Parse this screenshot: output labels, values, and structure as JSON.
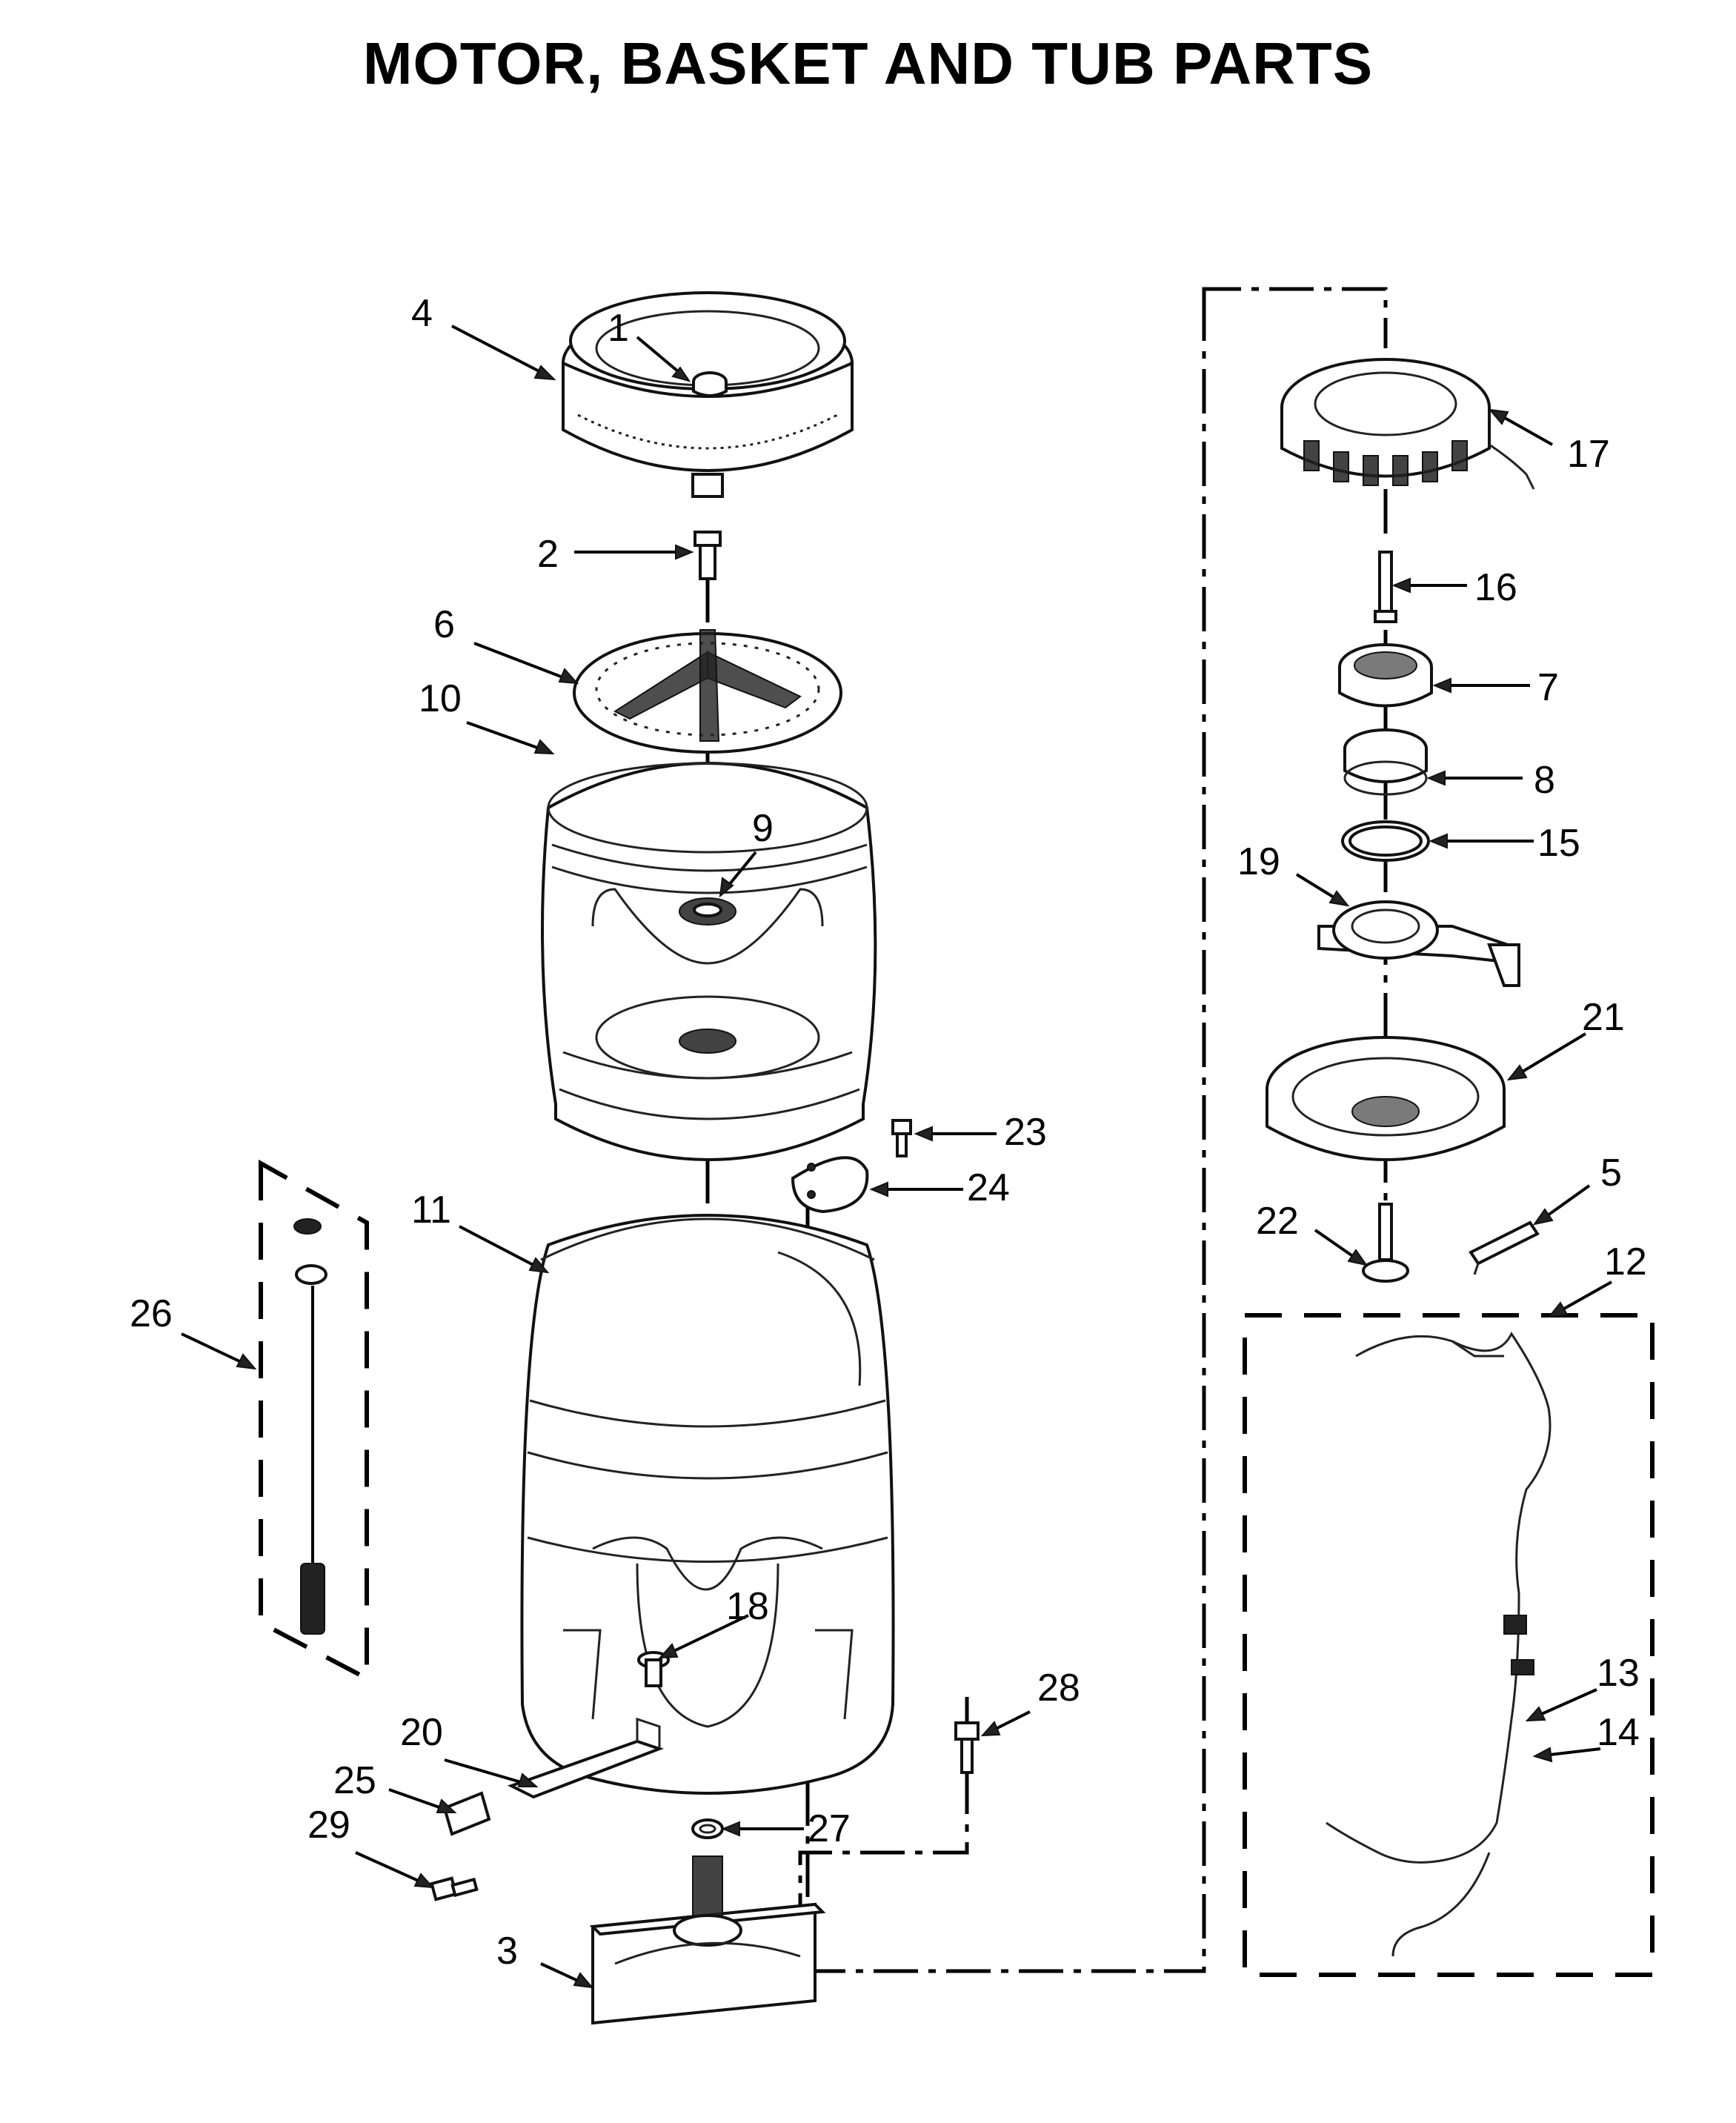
{
  "title": "MOTOR, BASKET AND TUB PARTS",
  "callouts": [
    "1",
    "2",
    "3",
    "4",
    "5",
    "6",
    "7",
    "8",
    "9",
    "10",
    "11",
    "12",
    "13",
    "14",
    "15",
    "16",
    "17",
    "18",
    "19",
    "20",
    "21",
    "22",
    "23",
    "24",
    "25",
    "26",
    "27",
    "28",
    "29"
  ],
  "icons": {
    "4": "drive-hub-cover-icon",
    "1": "cap-icon",
    "2": "bolt-icon",
    "6": "impeller-icon",
    "10": "basket-icon",
    "9": "basket-hub-icon",
    "11": "outer-tub-icon",
    "26": "suspension-rod-icon",
    "23": "screw-icon",
    "24": "cover-plate-icon",
    "18": "fitting-icon",
    "20": "heater-icon",
    "25": "bracket-icon",
    "29": "screw-icon",
    "27": "seal-icon",
    "28": "screw-icon",
    "3": "gearcase-icon",
    "17": "stator-icon",
    "16": "bolt-icon",
    "7": "bearing-icon",
    "8": "clutch-icon",
    "15": "ring-icon",
    "19": "shifter-icon",
    "21": "rotor-icon",
    "22": "shaft-icon",
    "5": "clip-icon",
    "12": "wire-harness-icon",
    "13": "connector-icon",
    "14": "connector-icon"
  }
}
